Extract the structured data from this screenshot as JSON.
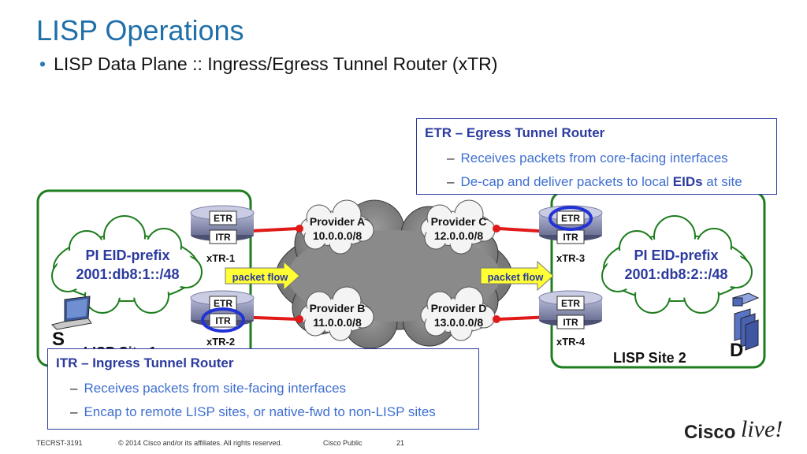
{
  "title": "LISP Operations",
  "subtitle": "LISP Data Plane :: Ingress/Egress Tunnel Router (xTR)",
  "site1": {
    "label": "LISP Site 1",
    "eid_title": "PI EID-prefix",
    "eid_prefix": "2001:db8:1::/48",
    "host_label": "S"
  },
  "site2": {
    "label": "LISP Site 2",
    "eid_title": "PI EID-prefix",
    "eid_prefix": "2001:db8:2::/48",
    "host_label": "D"
  },
  "routers": [
    {
      "name": "xTR-1",
      "etr": "ETR",
      "itr": "ITR"
    },
    {
      "name": "xTR-2",
      "etr": "ETR",
      "itr": "ITR"
    },
    {
      "name": "xTR-3",
      "etr": "ETR",
      "itr": "ITR"
    },
    {
      "name": "xTR-4",
      "etr": "ETR",
      "itr": "ITR"
    }
  ],
  "providers": [
    {
      "name": "Provider A",
      "prefix": "10.0.0.0/8"
    },
    {
      "name": "Provider B",
      "prefix": "11.0.0.0/8"
    },
    {
      "name": "Provider C",
      "prefix": "12.0.0.0/8"
    },
    {
      "name": "Provider D",
      "prefix": "13.0.0.0/8"
    }
  ],
  "packet_flow_label": "packet flow",
  "etr_callout": {
    "title": "ETR – Egress Tunnel Router",
    "item1": "Receives packets from core-facing interfaces",
    "item2_pre": "De-cap and deliver packets to local ",
    "item2_bold": "EIDs",
    "item2_post": " at site"
  },
  "itr_callout": {
    "title": "ITR – Ingress Tunnel Router",
    "item1": "Receives packets from site-facing interfaces",
    "item2": "Encap to remote LISP sites, or native-fwd to non-LISP sites"
  },
  "footer": {
    "code": "TECRST-3191",
    "copyright": "© 2014 Cisco and/or its affiliates. All rights reserved.",
    "classification": "Cisco Public",
    "page": "21"
  },
  "logo": {
    "brand": "Cisco",
    "event": "live!"
  },
  "colors": {
    "title": "#1f6fa9",
    "site_border": "#1e7d1e",
    "link": "#e01919",
    "callout_border": "#2b3a9e",
    "highlight": "#2233d6",
    "arrow_fill": "#ffff33"
  }
}
